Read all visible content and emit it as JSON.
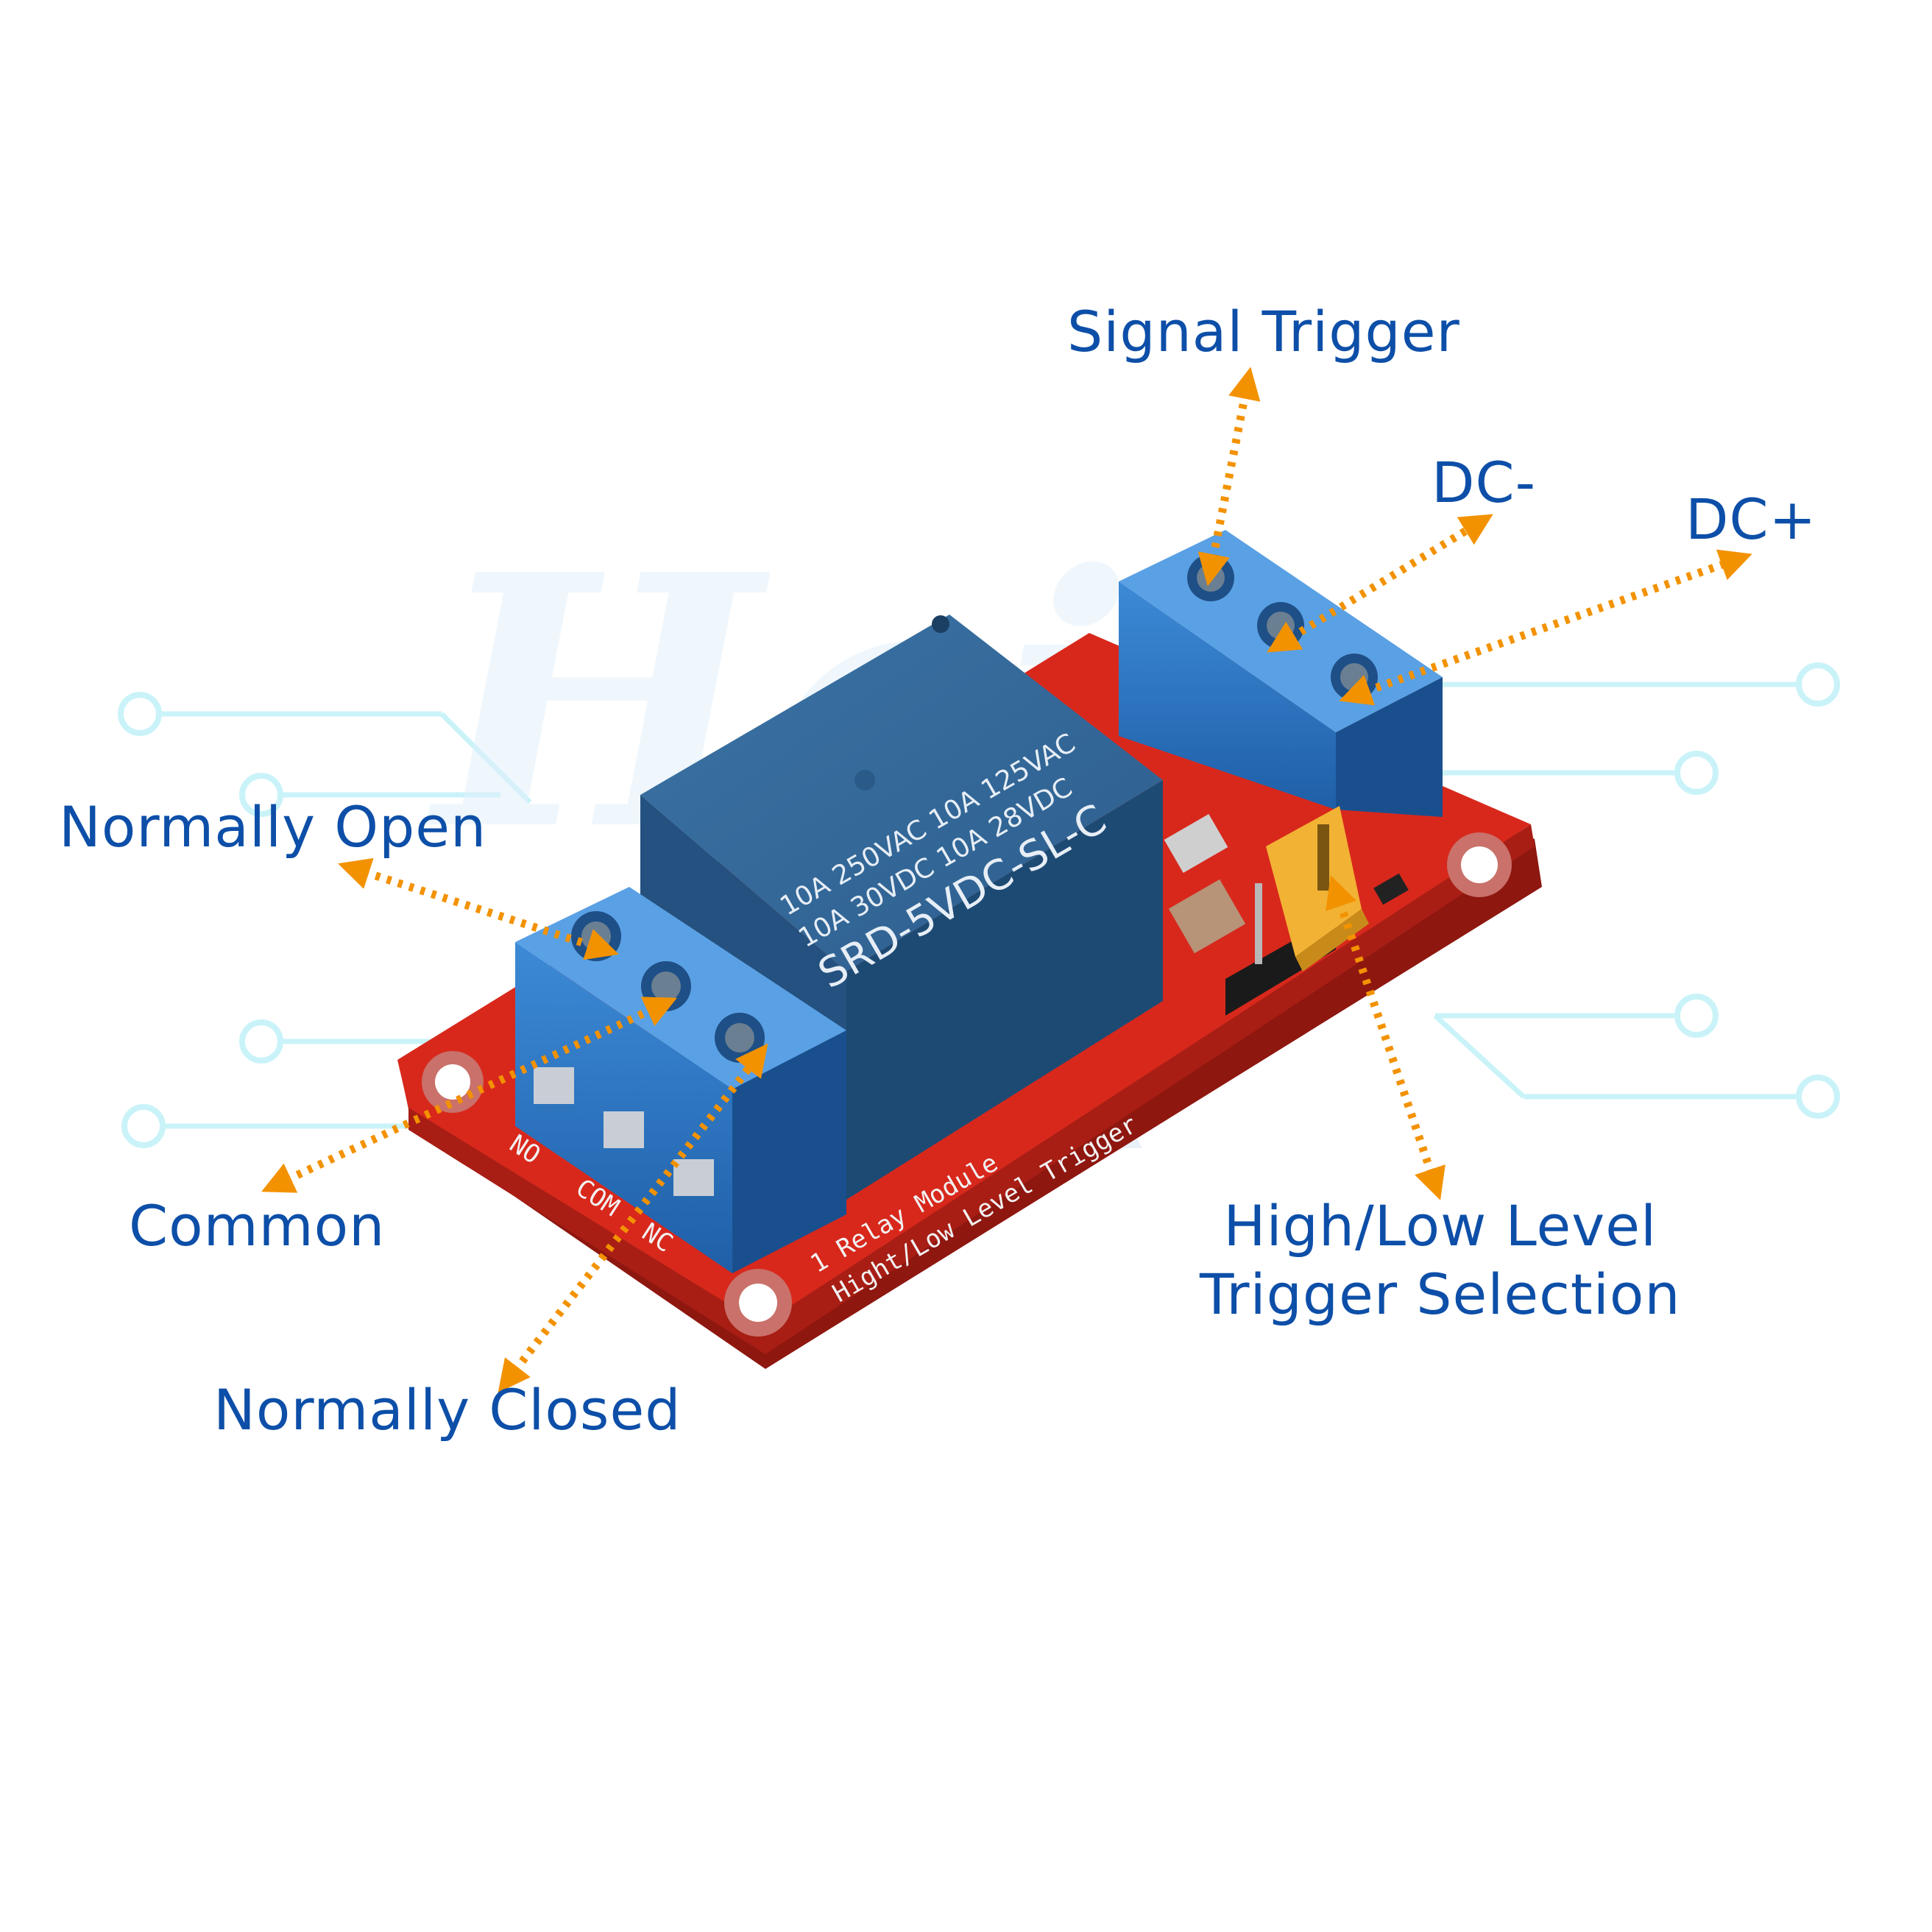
{
  "labels": {
    "signal_trigger": "Signal Trigger",
    "dc_minus": "DC-",
    "dc_plus": "DC+",
    "normally_open": "Normally Open",
    "common": "Common",
    "normally_closed": "Normally Closed",
    "trigger_selection_line1": "High/Low Level",
    "trigger_selection_line2": "Trigger Selection"
  },
  "relay": {
    "line1": "10A 250VAC  10A 125VAC",
    "line2": "10A 30VDC  10A 28VDC",
    "model": "SRD-5VDC-SL-C"
  },
  "board": {
    "terminal_no": "NO",
    "terminal_com": "COM",
    "terminal_nc": "NC",
    "silk_line1": "1 Relay Module",
    "silk_line2": "Hight/Low Level Trigger"
  },
  "colors": {
    "label_text": "#0d4fa8",
    "arrow": "#f39200",
    "pcb": "#d8281c",
    "terminal": "#2f78c6",
    "relay": "#2b5f91",
    "jumper": "#f2b234",
    "circuit_lines": "#c9f3f8"
  }
}
